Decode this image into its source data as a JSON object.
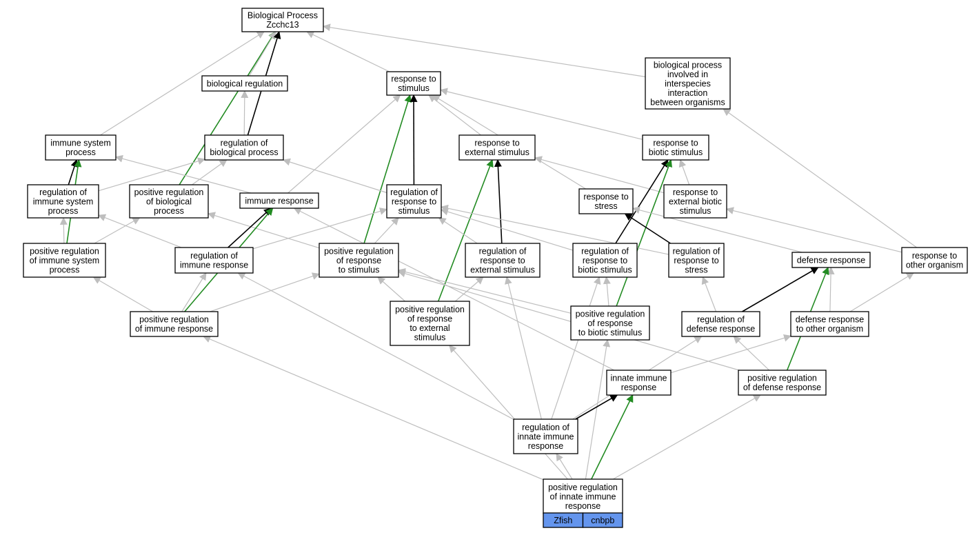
{
  "colors": {
    "edge_default": "#bebebe",
    "edge_black": "#000000",
    "edge_green": "#228b22",
    "gene_fill": "#6495ed"
  },
  "nodes": [
    {
      "id": "bp",
      "lines": [
        "Biological Process",
        "Zcchc13"
      ]
    },
    {
      "id": "biological_regulation",
      "lines": [
        "biological regulation"
      ]
    },
    {
      "id": "response_to_stimulus",
      "lines": [
        "response to",
        "stimulus"
      ]
    },
    {
      "id": "interspecies",
      "lines": [
        "biological process",
        "involved in",
        "interspecies",
        "interaction",
        "between organisms"
      ]
    },
    {
      "id": "immune_system_process",
      "lines": [
        "immune system",
        "process"
      ]
    },
    {
      "id": "regulation_bp",
      "lines": [
        "regulation of",
        "biological process"
      ]
    },
    {
      "id": "response_external_stimulus",
      "lines": [
        "response to",
        "external stimulus"
      ]
    },
    {
      "id": "response_biotic_stimulus",
      "lines": [
        "response to",
        "biotic stimulus"
      ]
    },
    {
      "id": "regulation_immune_system_process",
      "lines": [
        "regulation of",
        "immune system",
        "process"
      ]
    },
    {
      "id": "positive_regulation_bp",
      "lines": [
        "positive regulation",
        "of biological",
        "process"
      ]
    },
    {
      "id": "immune_response",
      "lines": [
        "immune response"
      ]
    },
    {
      "id": "regulation_response_stimulus",
      "lines": [
        "regulation of",
        "response to",
        "stimulus"
      ]
    },
    {
      "id": "response_to_stress",
      "lines": [
        "response to",
        "stress"
      ]
    },
    {
      "id": "response_external_biotic",
      "lines": [
        "response to",
        "external biotic",
        "stimulus"
      ]
    },
    {
      "id": "pos_reg_immune_system_process",
      "lines": [
        "positive regulation",
        "of immune system",
        "process"
      ]
    },
    {
      "id": "regulation_immune_response",
      "lines": [
        "regulation of",
        "immune response"
      ]
    },
    {
      "id": "pos_reg_response_stimulus",
      "lines": [
        "positive regulation",
        "of response",
        "to stimulus"
      ]
    },
    {
      "id": "regulation_response_external",
      "lines": [
        "regulation of",
        "response to",
        "external stimulus"
      ]
    },
    {
      "id": "regulation_response_biotic",
      "lines": [
        "regulation of",
        "response to",
        "biotic stimulus"
      ]
    },
    {
      "id": "regulation_response_stress",
      "lines": [
        "regulation of",
        "response to",
        "stress"
      ]
    },
    {
      "id": "defense_response",
      "lines": [
        "defense response"
      ]
    },
    {
      "id": "response_other_organism",
      "lines": [
        "response to",
        "other organism"
      ]
    },
    {
      "id": "pos_reg_immune_response",
      "lines": [
        "positive regulation",
        "of immune response"
      ]
    },
    {
      "id": "pos_reg_response_external",
      "lines": [
        "positive regulation",
        "of response",
        "to external",
        "stimulus"
      ]
    },
    {
      "id": "pos_reg_response_biotic",
      "lines": [
        "positive regulation",
        "of response",
        "to biotic stimulus"
      ]
    },
    {
      "id": "regulation_defense_response",
      "lines": [
        "regulation of",
        "defense response"
      ]
    },
    {
      "id": "defense_response_other_organism",
      "lines": [
        "defense response",
        "to other organism"
      ]
    },
    {
      "id": "innate_immune_response",
      "lines": [
        "innate immune",
        "response"
      ]
    },
    {
      "id": "pos_reg_defense_response",
      "lines": [
        "positive regulation",
        "of defense response"
      ]
    },
    {
      "id": "regulation_innate_immune",
      "lines": [
        "regulation of",
        "innate immune",
        "response"
      ]
    },
    {
      "id": "pos_reg_innate_immune",
      "lines": [
        "positive regulation",
        "of innate immune",
        "response"
      ]
    }
  ],
  "gene_labels": [
    "Zfish",
    "cnbpb"
  ],
  "edges": [
    {
      "from": "immune_system_process",
      "to": "bp",
      "color": "default"
    },
    {
      "from": "positive_regulation_bp",
      "to": "bp",
      "color": "green"
    },
    {
      "from": "biological_regulation",
      "to": "bp",
      "color": "default"
    },
    {
      "from": "regulation_bp",
      "to": "bp",
      "color": "black"
    },
    {
      "from": "response_to_stimulus",
      "to": "bp",
      "color": "default"
    },
    {
      "from": "interspecies",
      "to": "bp",
      "color": "default"
    },
    {
      "from": "regulation_bp",
      "to": "biological_regulation",
      "color": "default"
    },
    {
      "from": "immune_response",
      "to": "response_to_stimulus",
      "color": "default"
    },
    {
      "from": "pos_reg_response_stimulus",
      "to": "response_to_stimulus",
      "color": "green"
    },
    {
      "from": "regulation_response_stimulus",
      "to": "response_to_stimulus",
      "color": "black"
    },
    {
      "from": "response_external_stimulus",
      "to": "response_to_stimulus",
      "color": "default"
    },
    {
      "from": "response_to_stress",
      "to": "response_to_stimulus",
      "color": "default"
    },
    {
      "from": "response_biotic_stimulus",
      "to": "response_to_stimulus",
      "color": "default"
    },
    {
      "from": "response_other_organism",
      "to": "interspecies",
      "color": "default"
    },
    {
      "from": "regulation_immune_system_process",
      "to": "immune_system_process",
      "color": "black"
    },
    {
      "from": "pos_reg_immune_system_process",
      "to": "immune_system_process",
      "color": "green"
    },
    {
      "from": "immune_response",
      "to": "immune_system_process",
      "color": "default"
    },
    {
      "from": "regulation_immune_system_process",
      "to": "regulation_bp",
      "color": "default"
    },
    {
      "from": "positive_regulation_bp",
      "to": "regulation_bp",
      "color": "default"
    },
    {
      "from": "regulation_response_stimulus",
      "to": "regulation_bp",
      "color": "default"
    },
    {
      "from": "pos_reg_response_external",
      "to": "response_external_stimulus",
      "color": "green"
    },
    {
      "from": "regulation_response_external",
      "to": "response_external_stimulus",
      "color": "black"
    },
    {
      "from": "response_external_biotic",
      "to": "response_external_stimulus",
      "color": "default"
    },
    {
      "from": "regulation_response_biotic",
      "to": "response_biotic_stimulus",
      "color": "black"
    },
    {
      "from": "pos_reg_response_biotic",
      "to": "response_biotic_stimulus",
      "color": "green"
    },
    {
      "from": "response_external_biotic",
      "to": "response_biotic_stimulus",
      "color": "default"
    },
    {
      "from": "pos_reg_immune_system_process",
      "to": "regulation_immune_system_process",
      "color": "default"
    },
    {
      "from": "regulation_immune_response",
      "to": "regulation_immune_system_process",
      "color": "default"
    },
    {
      "from": "pos_reg_immune_system_process",
      "to": "positive_regulation_bp",
      "color": "default"
    },
    {
      "from": "pos_reg_response_stimulus",
      "to": "positive_regulation_bp",
      "color": "default"
    },
    {
      "from": "regulation_immune_response",
      "to": "immune_response",
      "color": "black"
    },
    {
      "from": "pos_reg_immune_response",
      "to": "immune_response",
      "color": "green"
    },
    {
      "from": "innate_immune_response",
      "to": "immune_response",
      "color": "default"
    },
    {
      "from": "pos_reg_response_stimulus",
      "to": "regulation_response_stimulus",
      "color": "default"
    },
    {
      "from": "regulation_immune_response",
      "to": "regulation_response_stimulus",
      "color": "default"
    },
    {
      "from": "regulation_response_external",
      "to": "regulation_response_stimulus",
      "color": "default"
    },
    {
      "from": "regulation_response_biotic",
      "to": "regulation_response_stimulus",
      "color": "default"
    },
    {
      "from": "regulation_response_stress",
      "to": "regulation_response_stimulus",
      "color": "default"
    },
    {
      "from": "regulation_response_stress",
      "to": "response_to_stress",
      "color": "black"
    },
    {
      "from": "defense_response",
      "to": "response_to_stress",
      "color": "default"
    },
    {
      "from": "response_other_organism",
      "to": "response_external_biotic",
      "color": "default"
    },
    {
      "from": "pos_reg_immune_response",
      "to": "pos_reg_immune_system_process",
      "color": "default"
    },
    {
      "from": "pos_reg_immune_response",
      "to": "regulation_immune_response",
      "color": "default"
    },
    {
      "from": "regulation_innate_immune",
      "to": "regulation_immune_response",
      "color": "default"
    },
    {
      "from": "pos_reg_immune_response",
      "to": "pos_reg_response_stimulus",
      "color": "default"
    },
    {
      "from": "pos_reg_response_external",
      "to": "pos_reg_response_stimulus",
      "color": "default"
    },
    {
      "from": "pos_reg_response_biotic",
      "to": "pos_reg_response_stimulus",
      "color": "default"
    },
    {
      "from": "pos_reg_defense_response",
      "to": "pos_reg_response_stimulus",
      "color": "default"
    },
    {
      "from": "pos_reg_response_external",
      "to": "regulation_response_external",
      "color": "default"
    },
    {
      "from": "regulation_innate_immune",
      "to": "regulation_response_external",
      "color": "default"
    },
    {
      "from": "pos_reg_response_biotic",
      "to": "regulation_response_biotic",
      "color": "default"
    },
    {
      "from": "regulation_innate_immune",
      "to": "regulation_response_biotic",
      "color": "default"
    },
    {
      "from": "regulation_defense_response",
      "to": "regulation_response_stress",
      "color": "default"
    },
    {
      "from": "regulation_defense_response",
      "to": "defense_response",
      "color": "black"
    },
    {
      "from": "defense_response_other_organism",
      "to": "defense_response",
      "color": "default"
    },
    {
      "from": "pos_reg_defense_response",
      "to": "defense_response",
      "color": "green"
    },
    {
      "from": "defense_response_other_organism",
      "to": "response_other_organism",
      "color": "default"
    },
    {
      "from": "pos_reg_innate_immune",
      "to": "pos_reg_immune_response",
      "color": "default"
    },
    {
      "from": "pos_reg_innate_immune",
      "to": "pos_reg_response_external",
      "color": "default"
    },
    {
      "from": "pos_reg_innate_immune",
      "to": "pos_reg_response_biotic",
      "color": "default"
    },
    {
      "from": "regulation_innate_immune",
      "to": "regulation_defense_response",
      "color": "default"
    },
    {
      "from": "pos_reg_defense_response",
      "to": "regulation_defense_response",
      "color": "default"
    },
    {
      "from": "innate_immune_response",
      "to": "defense_response_other_organism",
      "color": "default"
    },
    {
      "from": "regulation_innate_immune",
      "to": "innate_immune_response",
      "color": "black"
    },
    {
      "from": "pos_reg_innate_immune",
      "to": "innate_immune_response",
      "color": "green"
    },
    {
      "from": "pos_reg_innate_immune",
      "to": "pos_reg_defense_response",
      "color": "default"
    },
    {
      "from": "pos_reg_innate_immune",
      "to": "regulation_innate_immune",
      "color": "default"
    }
  ]
}
